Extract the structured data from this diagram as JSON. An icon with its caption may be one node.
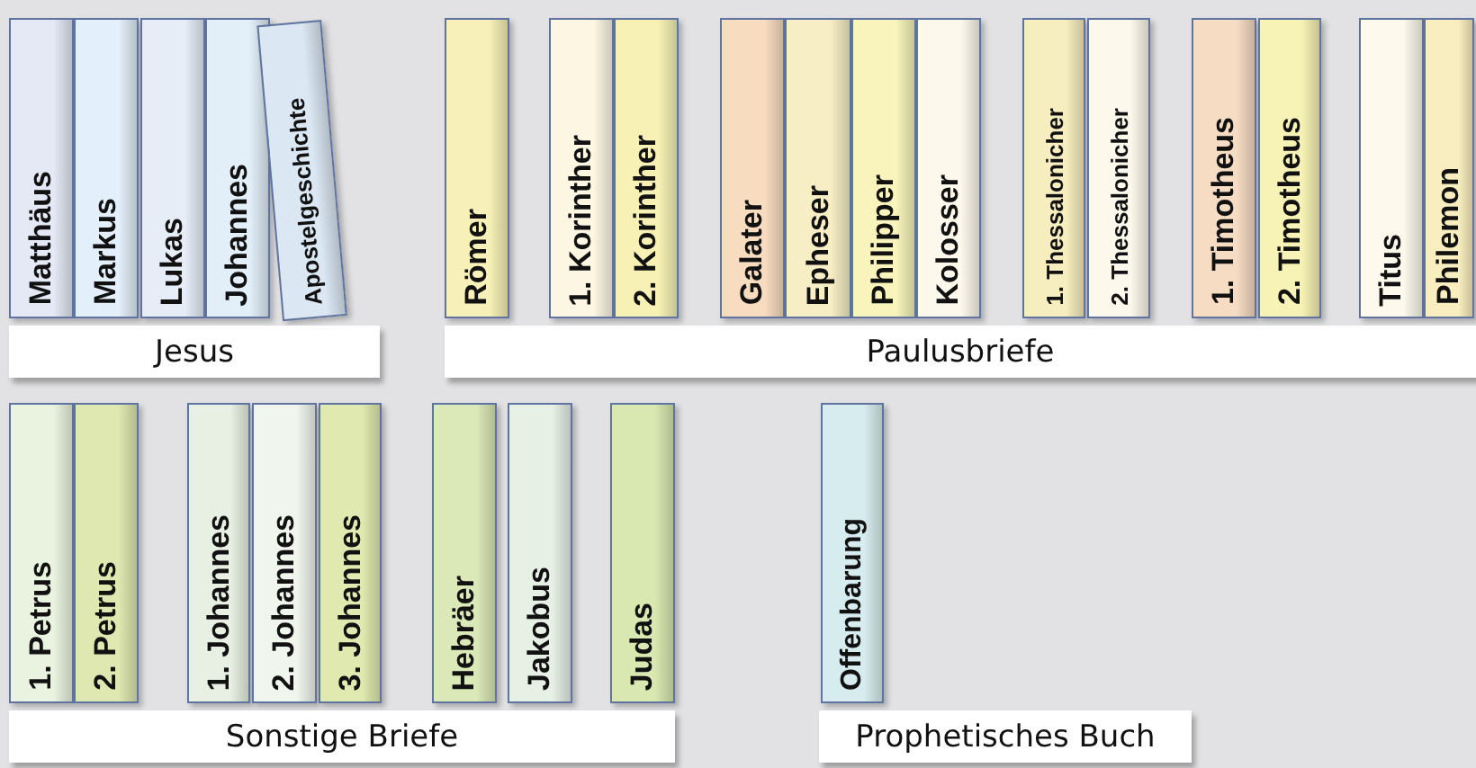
{
  "diagram": {
    "nodes": [
      {
        "text": [
          "Matthäus"
        ]
      },
      {
        "text": [
          "Markus"
        ]
      },
      {
        "text": [
          "Lukas"
        ]
      },
      {
        "text": [
          "Johannes"
        ]
      },
      {
        "text": [
          "Apostelgeschichte"
        ]
      },
      {
        "text": [
          "Jesus"
        ]
      },
      {
        "text": [
          "Römer"
        ]
      },
      {
        "text": [
          "1. Korinther"
        ]
      },
      {
        "text": [
          "2. Korinther"
        ]
      },
      {
        "text": [
          "Galater"
        ]
      },
      {
        "text": [
          "Epheser"
        ]
      },
      {
        "text": [
          "Philipper"
        ]
      },
      {
        "text": [
          "Kolosser"
        ]
      },
      {
        "text": [
          "1. Thessalonicher"
        ]
      },
      {
        "text": [
          "2. Thessalonicher"
        ]
      },
      {
        "text": [
          "1. Timotheus"
        ]
      },
      {
        "text": [
          "2. Timotheus"
        ]
      },
      {
        "text": [
          "Titus"
        ]
      },
      {
        "text": [
          "Philemon"
        ]
      },
      {
        "text": [
          "Paulusbriefe"
        ]
      },
      {
        "text": [
          "1. Petrus"
        ]
      },
      {
        "text": [
          "2. Petrus"
        ]
      },
      {
        "text": [
          "1. Johannes"
        ]
      },
      {
        "text": [
          "2. Johannes"
        ]
      },
      {
        "text": [
          "3. Johannes"
        ]
      },
      {
        "text": [
          "Hebräer"
        ]
      },
      {
        "text": [
          "Jakobus"
        ]
      },
      {
        "text": [
          "Judas"
        ]
      },
      {
        "text": [
          "Sonstige Briefe"
        ]
      },
      {
        "text": [
          "Offenbarung"
        ]
      },
      {
        "text": [
          "Prophetisches Buch"
        ]
      }
    ]
  }
}
